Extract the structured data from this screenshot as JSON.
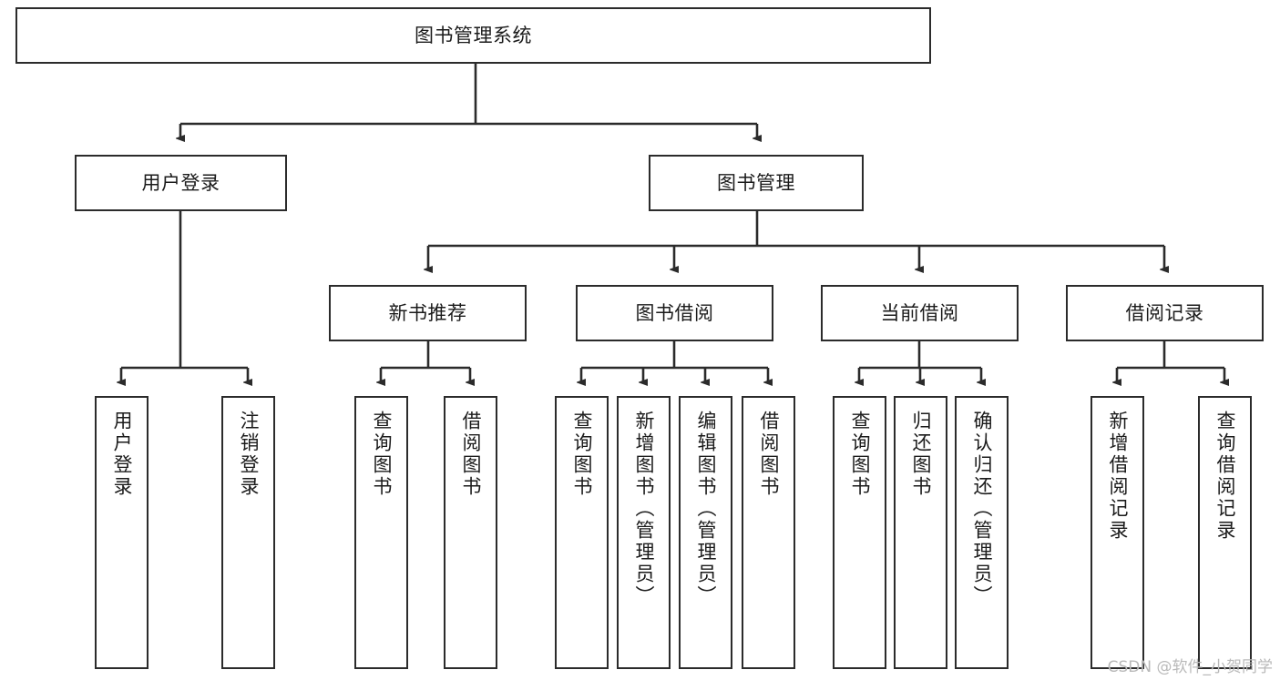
{
  "diagram": {
    "title": "图书管理系统",
    "type": "tree-hierarchy-chart",
    "colors": {
      "background": "#ffffff",
      "box_border": "#2b2b2b",
      "box_fill": "#ffffff",
      "text": "#1b1b1b",
      "edge": "#2b2b2b",
      "watermark": "#b9b9b9"
    },
    "watermark": "CSDN @软件_小贺同学",
    "nodes": {
      "root": {
        "label": "图书管理系统"
      },
      "level1": [
        {
          "label": "用户登录"
        },
        {
          "label": "图书管理"
        }
      ],
      "level2": [
        {
          "label": "新书推荐"
        },
        {
          "label": "图书借阅"
        },
        {
          "label": "当前借阅"
        },
        {
          "label": "借阅记录"
        }
      ],
      "leaves": {
        "user_login": [
          {
            "label": "用户登录"
          },
          {
            "label": "注销登录"
          }
        ],
        "new_book_recommend": [
          {
            "label": "查询图书"
          },
          {
            "label": "借阅图书"
          }
        ],
        "book_borrow": [
          {
            "label": "查询图书"
          },
          {
            "label": "新增图书（管理员）"
          },
          {
            "label": "编辑图书（管理员）"
          },
          {
            "label": "借阅图书"
          }
        ],
        "current_borrow": [
          {
            "label": "查询图书"
          },
          {
            "label": "归还图书"
          },
          {
            "label": "确认归还（管理员）"
          }
        ],
        "borrow_record": [
          {
            "label": "新增借阅记录"
          },
          {
            "label": "查询借阅记录"
          }
        ]
      }
    }
  }
}
